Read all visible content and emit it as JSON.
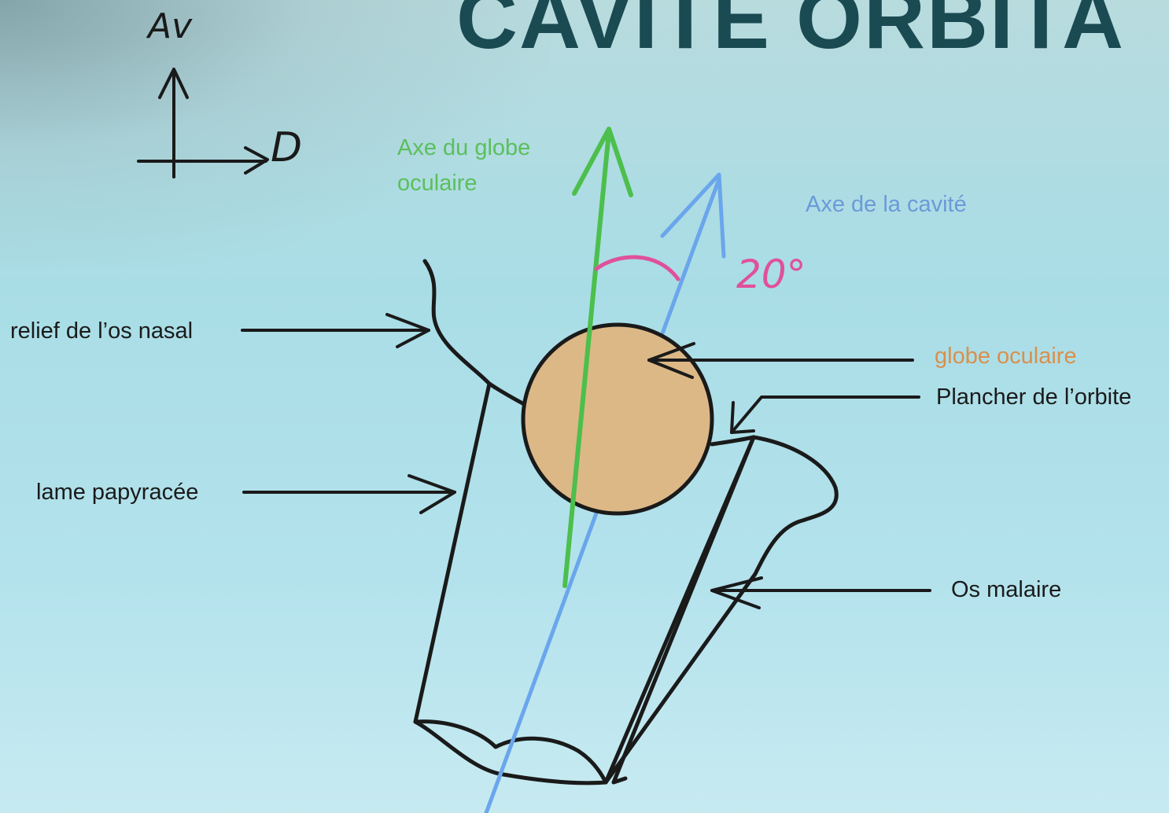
{
  "title": "CAVITE ORBITA",
  "orientation": {
    "up_label": "Av",
    "right_label": "D"
  },
  "axes": {
    "globe_axis_label_line1": "Axe du globe",
    "globe_axis_label_line2": "oculaire",
    "cavity_axis_label": "Axe de la cavité",
    "angle_label": "20°"
  },
  "labels": {
    "nasal": "relief de l’os nasal",
    "lame": "lame papyracée",
    "globe": "globe oculaire",
    "plancher": "Plancher de l’orbite",
    "malaire": "Os malaire"
  },
  "colors": {
    "title": "#1a4a52",
    "globe_axis": "#4cbf4c",
    "cavity_axis": "#6aa6ec",
    "angle": "#e0509a",
    "globe_fill": "#dcb887",
    "globe_label": "#d9904a",
    "ink": "#1a1a1a"
  }
}
